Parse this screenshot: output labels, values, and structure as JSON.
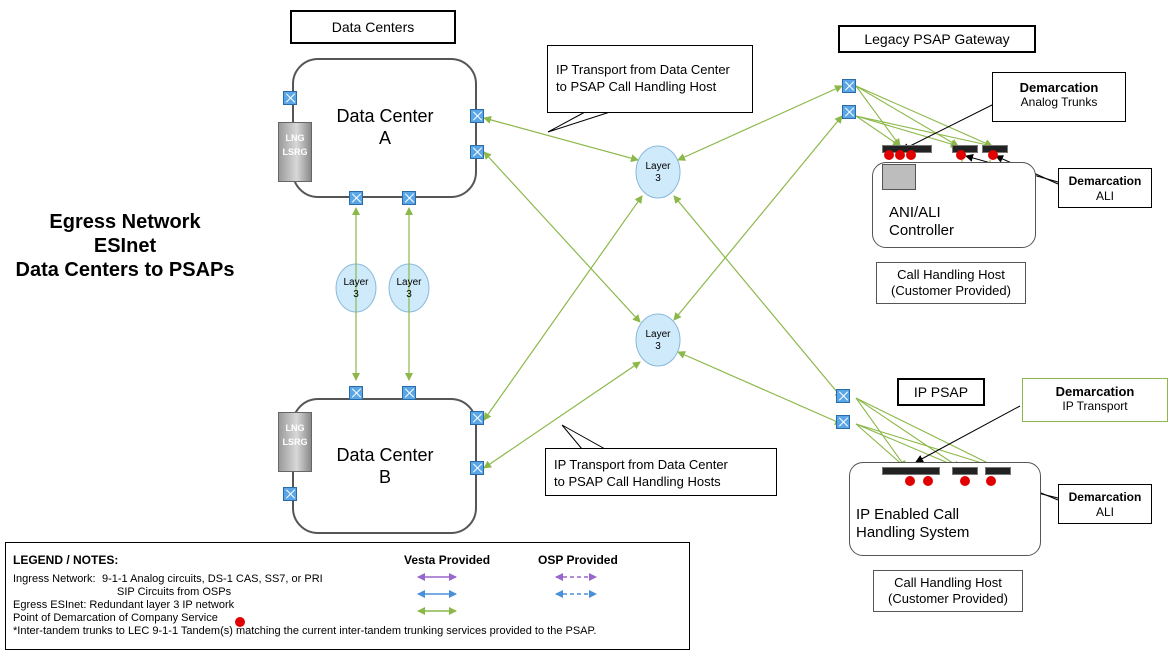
{
  "title": {
    "lines": [
      "Egress Network",
      "ESInet",
      "Data Centers to PSAPs"
    ]
  },
  "headers": {
    "data_centers": "Data Centers",
    "legacy_gateway": "Legacy PSAP Gateway",
    "ip_psap": "IP PSAP"
  },
  "data_centers": [
    {
      "name_line1": "Data Center",
      "name_line2": "A"
    },
    {
      "name_line1": "Data Center",
      "name_line2": "B"
    }
  ],
  "servers": {
    "top": "LNG",
    "bottom": "LSRG"
  },
  "cloud_label": {
    "line1": "Layer",
    "line2": "3"
  },
  "callouts": {
    "top": [
      "IP Transport from Data Center",
      "to PSAP Call Handling Host"
    ],
    "bottom": [
      "IP Transport from Data Center",
      "to PSAP Call Handling Hosts"
    ]
  },
  "demarcations": {
    "analog": {
      "title": "Demarcation",
      "sub": "Analog Trunks"
    },
    "ali_top": {
      "title": "Demarcation",
      "sub": "ALI"
    },
    "ip_transport": {
      "title": "Demarcation",
      "sub": "IP Transport"
    },
    "ali_bottom": {
      "title": "Demarcation",
      "sub": "ALI"
    }
  },
  "hosts": {
    "legacy_host": [
      "ANI/ALI",
      "Controller"
    ],
    "legacy_label": [
      "Call Handling Host",
      "(Customer Provided)"
    ],
    "ip_host": [
      "IP Enabled Call",
      "Handling System"
    ],
    "ip_label": [
      "Call Handling Host",
      "(Customer Provided)"
    ]
  },
  "legend": {
    "header": "LEGEND / NOTES:",
    "vesta": "Vesta Provided",
    "osp": "OSP Provided",
    "ingress_label": "Ingress Network:",
    "ingress_line1": "9-1-1 Analog circuits, DS-1 CAS, SS7, or PRI",
    "ingress_line2": "SIP Circuits from OSPs",
    "egress": "Egress ESInet: Redundant layer 3 IP network",
    "demarc_note": "Point of Demarcation of Company Service",
    "footnote": "*Inter-tandem trunks to LEC 9-1-1 Tandem(s) matching the current inter-tandem trunking services provided to the PSAP."
  },
  "colors": {
    "link": "#8cb84a",
    "purple": "#9966cc",
    "blue": "#4a90d9",
    "switch": "#5aa6e6",
    "demarc_dot": "#e00000",
    "cloud": "#cfeafb"
  }
}
